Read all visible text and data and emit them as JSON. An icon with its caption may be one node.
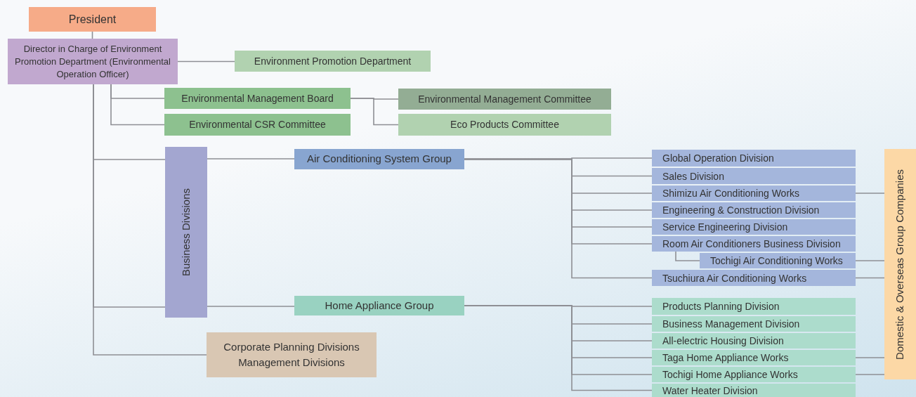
{
  "diagram": {
    "nodes": [
      {
        "text": [
          "President"
        ]
      },
      {
        "text": [
          "Director in Charge of Environment Promotion Department (Environmental Operation Officer)"
        ]
      },
      {
        "text": [
          "Environment Promotion Department"
        ]
      },
      {
        "text": [
          "Environmental Management Board"
        ]
      },
      {
        "text": [
          "Environmental CSR Committee"
        ]
      },
      {
        "text": [
          "Environmental Management Committee"
        ]
      },
      {
        "text": [
          "Eco Products Committee"
        ]
      },
      {
        "text": [
          "Business Divisions"
        ]
      },
      {
        "text": [
          "Air Conditioning System Group"
        ]
      },
      {
        "text": [
          "Home Appliance Group"
        ]
      },
      {
        "text": [
          "Corporate Planning Divisions",
          "Management Divisions"
        ]
      },
      {
        "text": [
          "Global Operation Division"
        ]
      },
      {
        "text": [
          "Sales Division"
        ]
      },
      {
        "text": [
          "Shimizu Air Conditioning Works"
        ]
      },
      {
        "text": [
          "Engineering & Construction Division"
        ]
      },
      {
        "text": [
          "Service Engineering Division"
        ]
      },
      {
        "text": [
          "Room Air Conditioners Business Division"
        ]
      },
      {
        "text": [
          "Tochigi Air Conditioning Works"
        ]
      },
      {
        "text": [
          "Tsuchiura Air Conditioning Works"
        ]
      },
      {
        "text": [
          "Products Planning Division"
        ]
      },
      {
        "text": [
          "Business Management Division"
        ]
      },
      {
        "text": [
          "All-electric Housing Division"
        ]
      },
      {
        "text": [
          "Taga Home Appliance Works"
        ]
      },
      {
        "text": [
          "Tochigi Home Appliance Works"
        ]
      },
      {
        "text": [
          "Water Heater Division"
        ]
      },
      {
        "text": [
          "Domestic & Overseas Group Companies"
        ]
      }
    ],
    "edges": [
      {
        "from": 0,
        "to": 1,
        "arrow": "none"
      },
      {
        "from": 1,
        "to": 2,
        "arrow": "none"
      },
      {
        "from": 1,
        "to": 3,
        "arrow": "none"
      },
      {
        "from": 1,
        "to": 4,
        "arrow": "none"
      },
      {
        "from": 3,
        "to": 5,
        "arrow": "none"
      },
      {
        "from": 3,
        "to": 6,
        "arrow": "none"
      },
      {
        "from": 1,
        "to": 7,
        "arrow": "none"
      },
      {
        "from": 1,
        "to": 7,
        "arrow": "none"
      },
      {
        "from": 1,
        "to": 10,
        "arrow": "none"
      },
      {
        "from": 7,
        "to": 8,
        "arrow": "none"
      },
      {
        "from": 7,
        "to": 9,
        "arrow": "none"
      },
      {
        "from": 8,
        "to": 11,
        "arrow": "none"
      },
      {
        "from": 8,
        "to": 12,
        "arrow": "none"
      },
      {
        "from": 8,
        "to": 13,
        "arrow": "none"
      },
      {
        "from": 8,
        "to": 14,
        "arrow": "none"
      },
      {
        "from": 8,
        "to": 15,
        "arrow": "none"
      },
      {
        "from": 8,
        "to": 16,
        "arrow": "none"
      },
      {
        "from": 16,
        "to": 17,
        "arrow": "none"
      },
      {
        "from": 8,
        "to": 18,
        "arrow": "none"
      },
      {
        "from": 9,
        "to": 19,
        "arrow": "none"
      },
      {
        "from": 9,
        "to": 20,
        "arrow": "none"
      },
      {
        "from": 9,
        "to": 21,
        "arrow": "none"
      },
      {
        "from": 9,
        "to": 22,
        "arrow": "none"
      },
      {
        "from": 9,
        "to": 23,
        "arrow": "none"
      },
      {
        "from": 9,
        "to": 24,
        "arrow": "none"
      },
      {
        "from": 13,
        "to": 25,
        "arrow": "none"
      },
      {
        "from": 17,
        "to": 25,
        "arrow": "none"
      },
      {
        "from": 18,
        "to": 25,
        "arrow": "none"
      },
      {
        "from": 22,
        "to": 25,
        "arrow": "none"
      },
      {
        "from": 23,
        "to": 25,
        "arrow": "none"
      }
    ]
  }
}
